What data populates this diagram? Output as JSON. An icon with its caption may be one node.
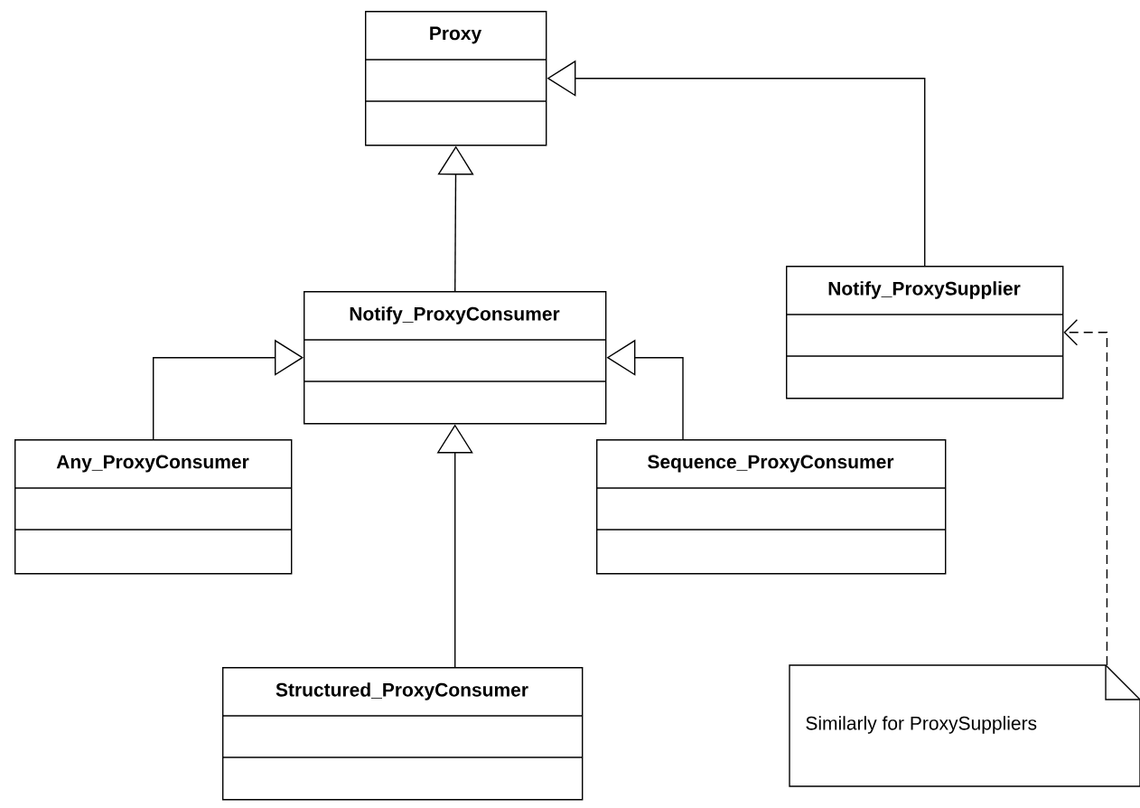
{
  "diagram": {
    "nodes": [
      {
        "text": [
          "Proxy"
        ]
      },
      {
        "text": [
          "Notify_ProxyConsumer"
        ]
      },
      {
        "text": [
          "Notify_ProxySupplier"
        ]
      },
      {
        "text": [
          "Any_ProxyConsumer"
        ]
      },
      {
        "text": [
          "Sequence_ProxyConsumer"
        ]
      },
      {
        "text": [
          "Structured_ProxyConsumer"
        ]
      },
      {
        "text": [
          "Similarly for ProxySuppliers"
        ]
      }
    ],
    "edges": [
      {
        "from": 1,
        "to": 0,
        "arrow": "to"
      },
      {
        "from": 2,
        "to": 0,
        "arrow": "to"
      },
      {
        "from": 3,
        "to": 1,
        "arrow": "to"
      },
      {
        "from": 4,
        "to": 1,
        "arrow": "to"
      },
      {
        "from": 5,
        "to": 1,
        "arrow": "to"
      },
      {
        "from": 6,
        "to": 2,
        "arrow": "to",
        "style": "dashed"
      }
    ]
  }
}
